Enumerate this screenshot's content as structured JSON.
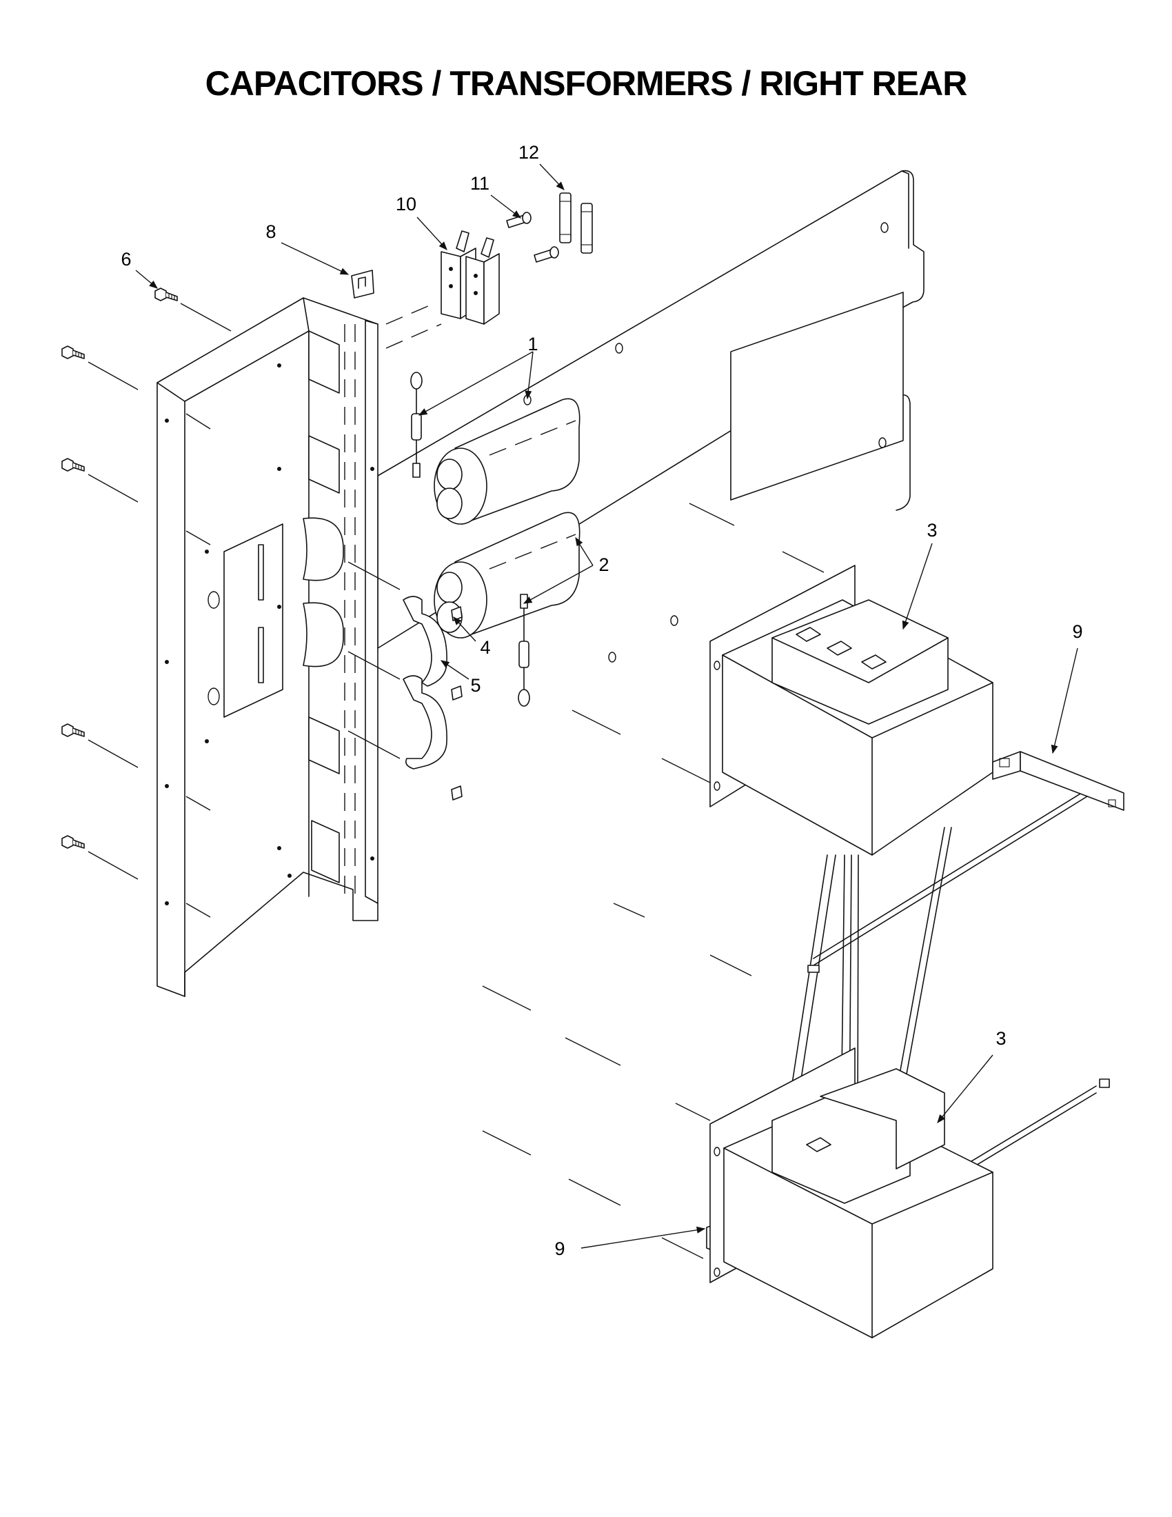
{
  "title": "CAPACITORS / TRANSFORMERS / RIGHT REAR",
  "callouts": [
    {
      "id": "c1",
      "label": "1"
    },
    {
      "id": "c2",
      "label": "2"
    },
    {
      "id": "c3a",
      "label": "3"
    },
    {
      "id": "c3b",
      "label": "3"
    },
    {
      "id": "c4",
      "label": "4"
    },
    {
      "id": "c5",
      "label": "5"
    },
    {
      "id": "c6",
      "label": "6"
    },
    {
      "id": "c8",
      "label": "8"
    },
    {
      "id": "c9a",
      "label": "9"
    },
    {
      "id": "c9b",
      "label": "9"
    },
    {
      "id": "c10",
      "label": "10"
    },
    {
      "id": "c11",
      "label": "11"
    },
    {
      "id": "c12",
      "label": "12"
    }
  ]
}
